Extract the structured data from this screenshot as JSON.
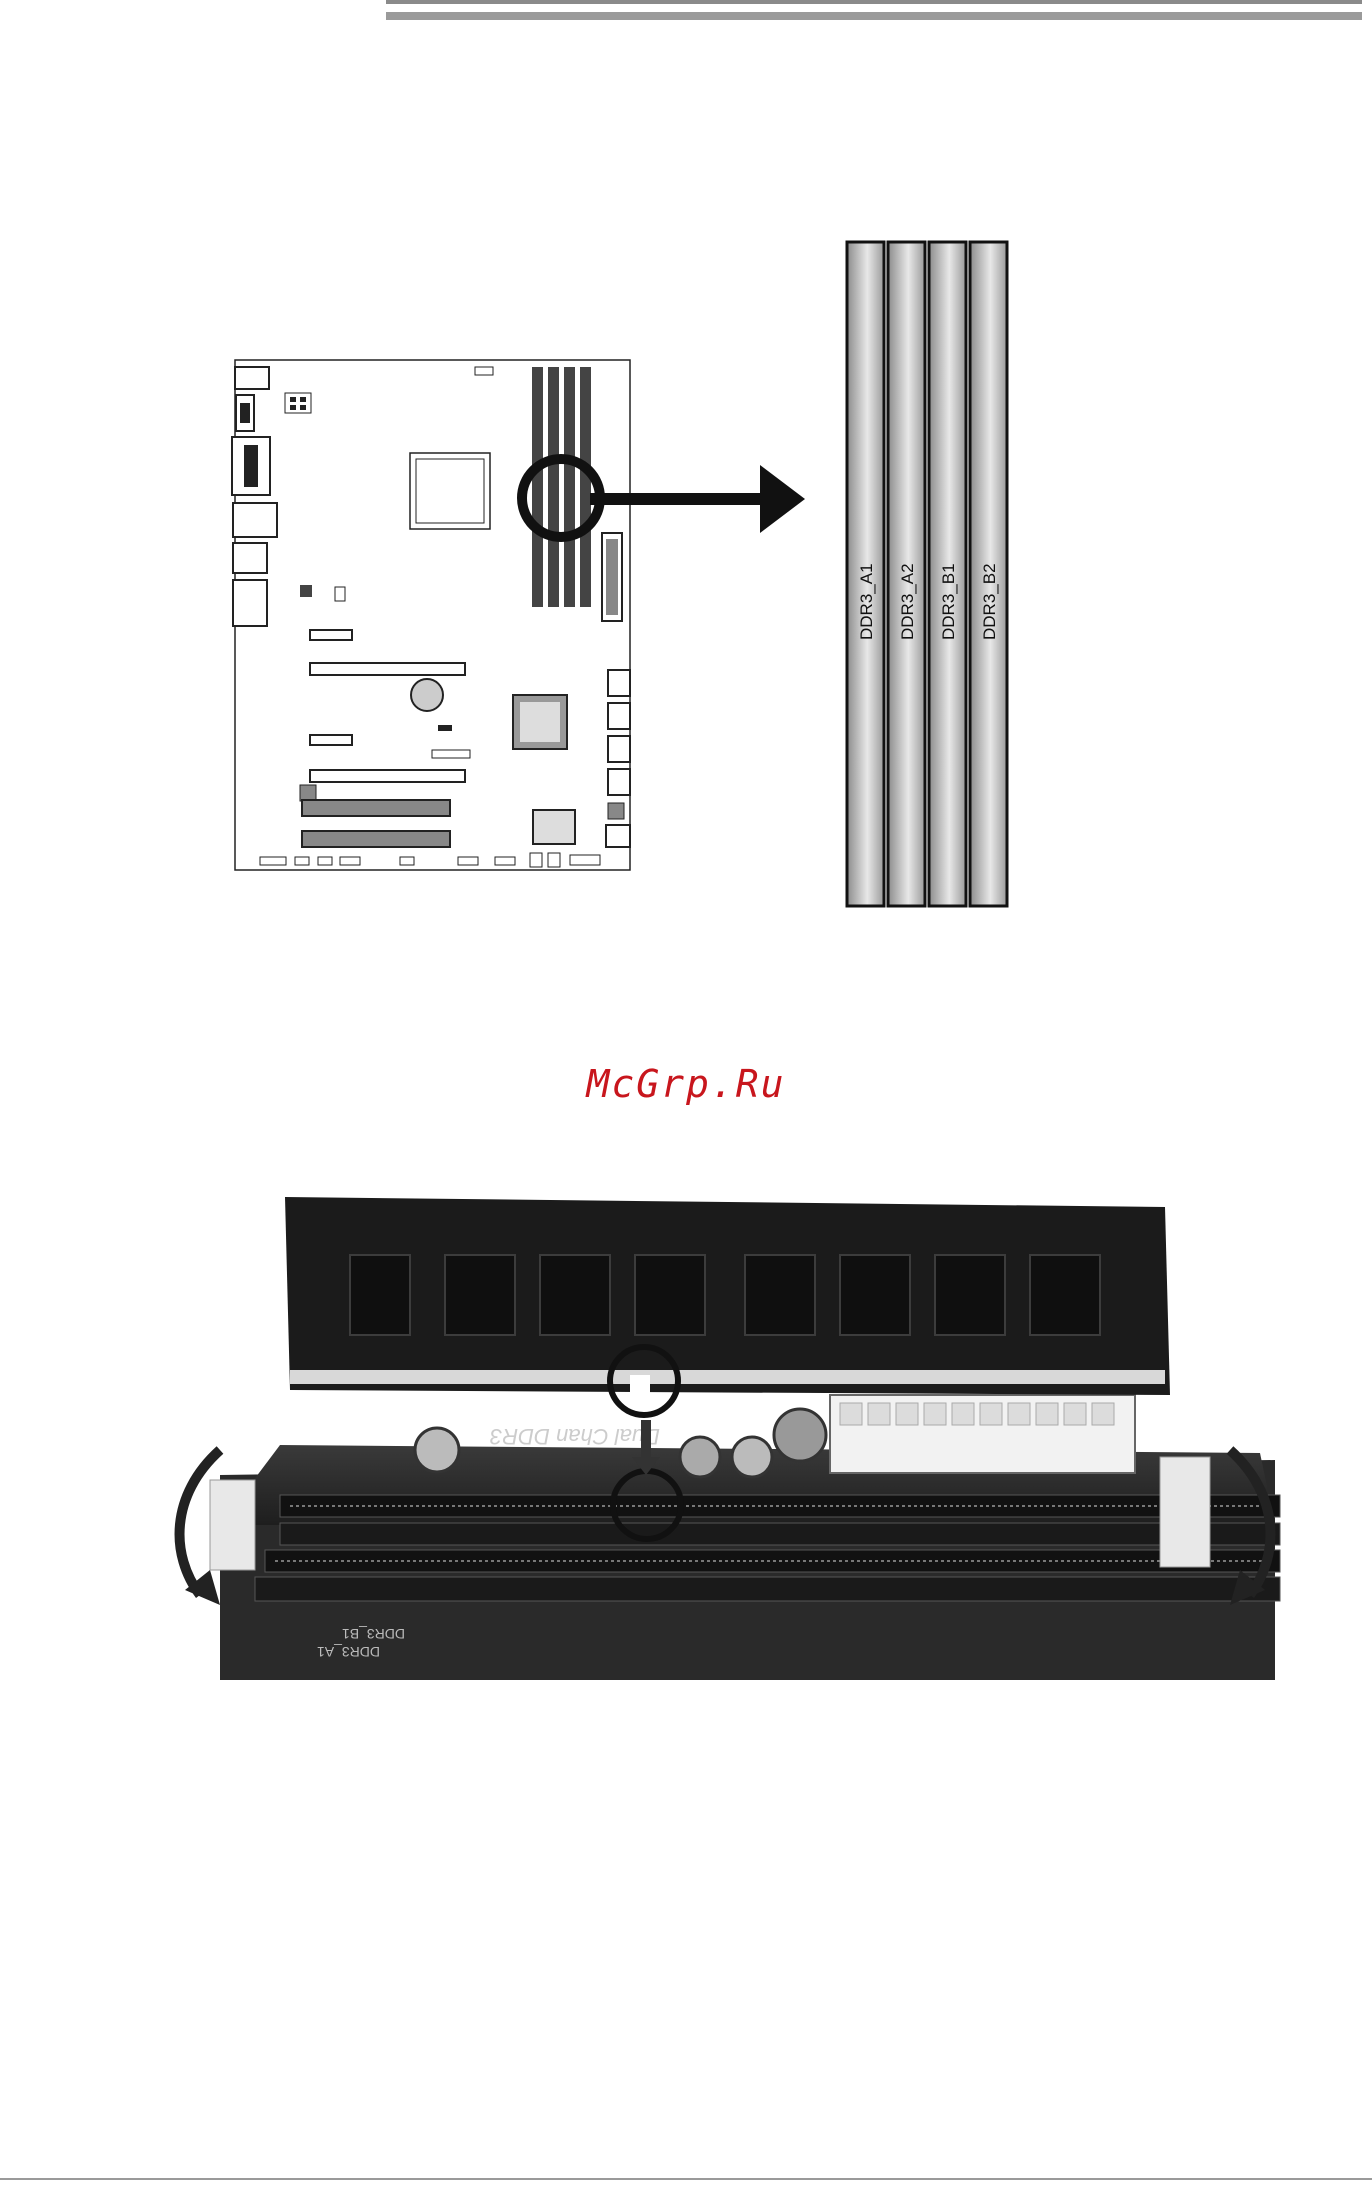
{
  "watermark": {
    "text": "McGrp.Ru"
  },
  "memory_slots": {
    "labels": [
      "DDR3_A1",
      "DDR3_A2",
      "DDR3_B1",
      "DDR3_B2"
    ]
  },
  "photo": {
    "board_text": "Dual Chan DDR3",
    "slot_text_a": "DDR3_A1",
    "slot_text_b": "DDR3_B1"
  },
  "colors": {
    "header_rule": "#9a9a9a",
    "watermark": "#c8161d",
    "slot_gradient_dark": "#8c8c8c",
    "slot_gradient_light": "#e8e8e8"
  }
}
